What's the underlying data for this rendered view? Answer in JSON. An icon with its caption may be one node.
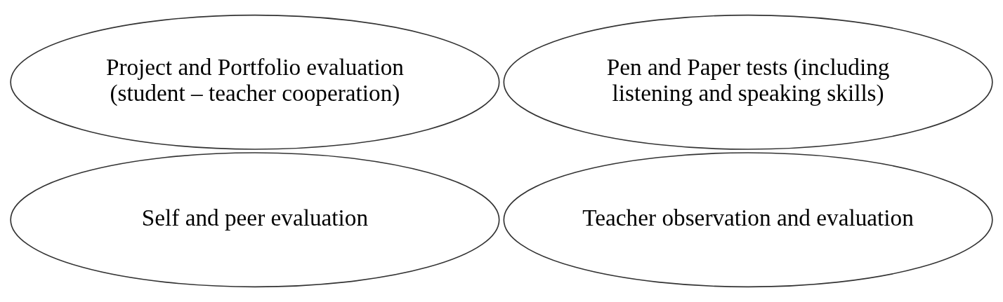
{
  "diagram": {
    "nodes": [
      {
        "text": [
          "Project and Portfolio evaluation (student – teacher cooperation)"
        ]
      },
      {
        "text": [
          "Pen and Paper tests (including listening and speaking skills)"
        ]
      },
      {
        "text": [
          "Self and peer evaluation"
        ]
      },
      {
        "text": [
          "Teacher observation and evaluation"
        ]
      }
    ]
  }
}
